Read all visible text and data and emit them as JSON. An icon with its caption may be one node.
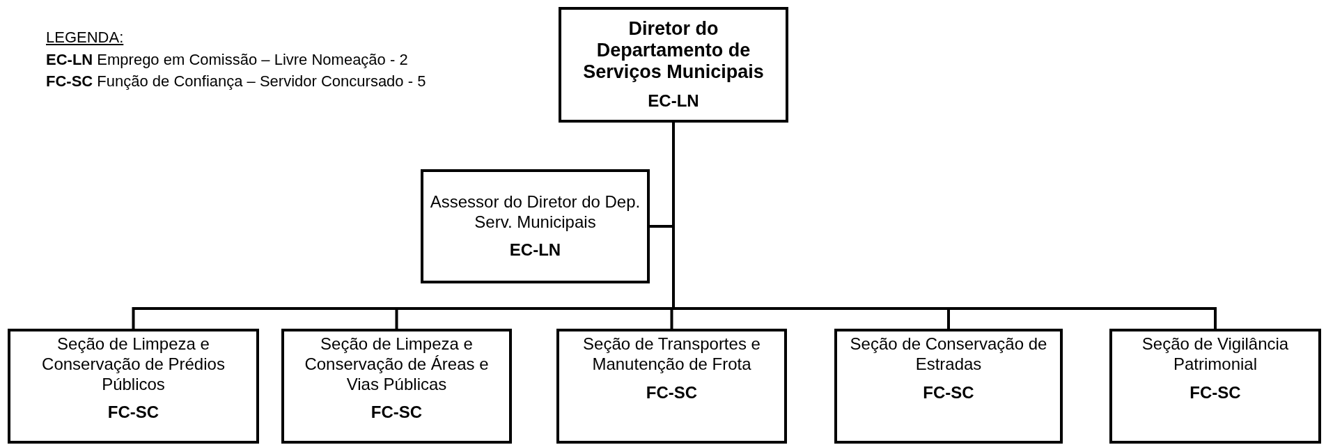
{
  "diagram": {
    "nodes": [
      {
        "text": [
          "Diretor do Departamento de Serviços Municipais",
          "EC-LN"
        ]
      },
      {
        "text": [
          "Assessor do Diretor do Dep. Serv. Municipais",
          "EC-LN"
        ]
      },
      {
        "text": [
          "Seção de Limpeza e Conservação de Prédios Públicos",
          "FC-SC"
        ]
      },
      {
        "text": [
          "Seção de Limpeza e Conservação de Áreas e Vias Públicas",
          "FC-SC"
        ]
      },
      {
        "text": [
          "Seção de Transportes e Manutenção de Frota",
          "FC-SC"
        ]
      },
      {
        "text": [
          "Seção de Conservação de Estradas",
          "FC-SC"
        ]
      },
      {
        "text": [
          "Seção de Vigilância Patrimonial",
          "FC-SC"
        ]
      }
    ],
    "edges": [
      {
        "from": 0,
        "to": 1,
        "arrow": "none"
      },
      {
        "from": 0,
        "to": 2,
        "arrow": "none"
      },
      {
        "from": 0,
        "to": 3,
        "arrow": "none"
      },
      {
        "from": 0,
        "to": 4,
        "arrow": "none"
      },
      {
        "from": 0,
        "to": 5,
        "arrow": "none"
      },
      {
        "from": 0,
        "to": 6,
        "arrow": "none"
      }
    ],
    "labels": [
      "LEGENDA:",
      "**EC-LN** Emprego em Comissão – Livre Nomeação - 2",
      "**FC-SC** Função de Confiança – Servidor Concursado - 5"
    ]
  }
}
